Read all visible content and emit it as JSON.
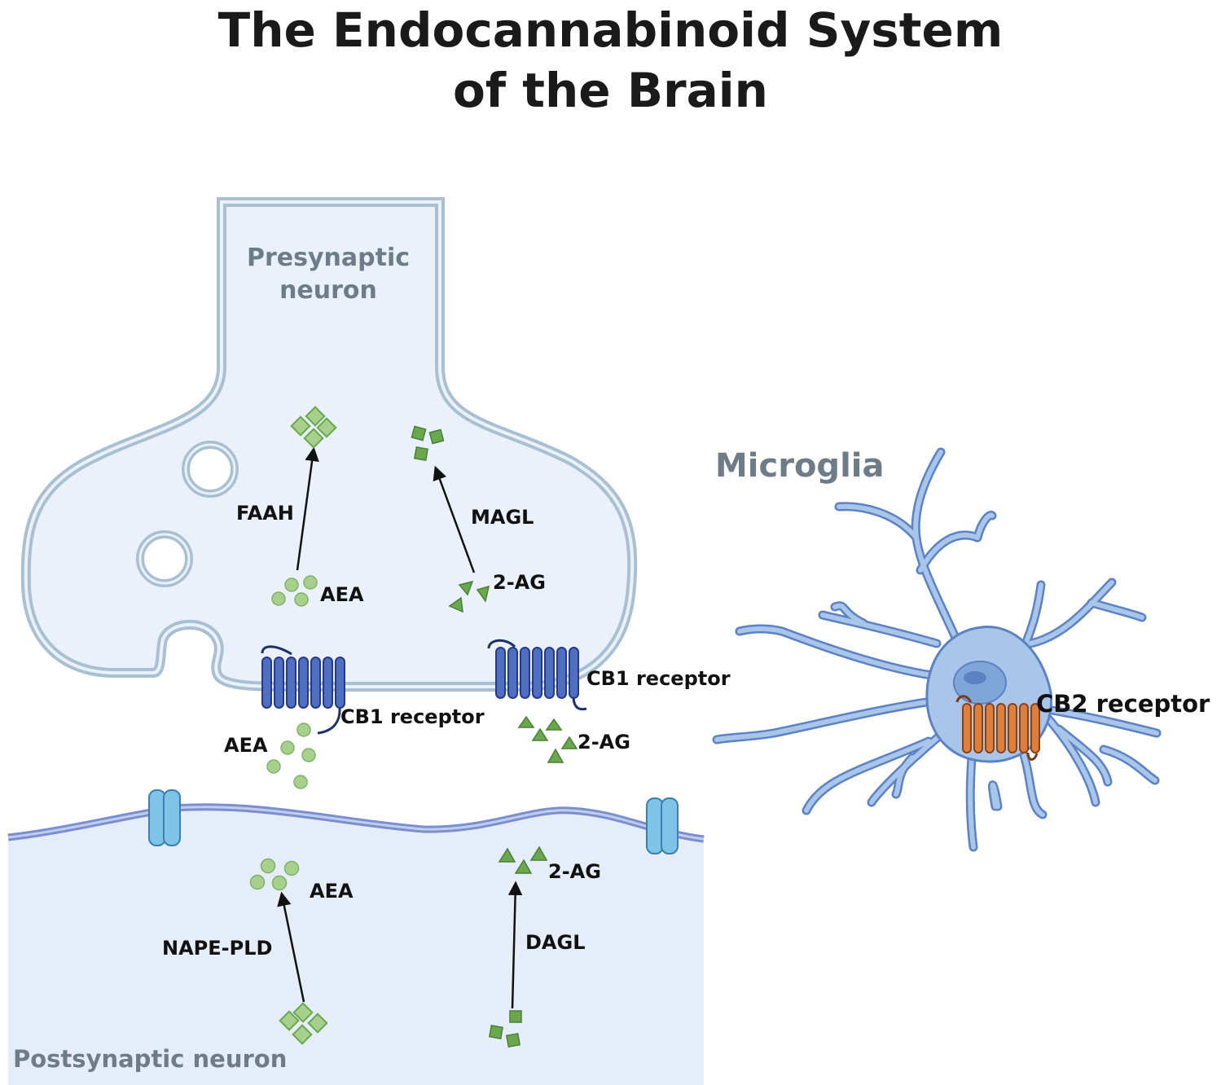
{
  "title_line1": "The Endocannabinoid System",
  "title_line2": "of the Brain",
  "regions": {
    "presynaptic_line1": "Presynaptic",
    "presynaptic_line2": "neuron",
    "postsynaptic": "Postsynaptic neuron",
    "microglia": "Microglia"
  },
  "labels": {
    "faah": "FAAH",
    "magl": "MAGL",
    "aea_pre": "AEA",
    "twoag_pre": "2-AG",
    "cb1_left": "CB1 receptor",
    "cb1_right": "CB1 receptor",
    "aea_cleft": "AEA",
    "twoag_cleft": "2-AG",
    "aea_post": "AEA",
    "twoag_post": "2-AG",
    "nape_pld": "NAPE-PLD",
    "dagl": "DAGL",
    "cb2": "CB2 receptor"
  },
  "colors": {
    "neuron_fill": "#eaf1fa",
    "neuron_outline": "#a9c0d3",
    "membrane": "#7b8fcf",
    "cb1": "#4f6fc0",
    "cb2": "#e07f3c",
    "microglia": "#a9c5ea",
    "aea_green": "#93c47d",
    "twoag_green": "#6aa84f"
  }
}
